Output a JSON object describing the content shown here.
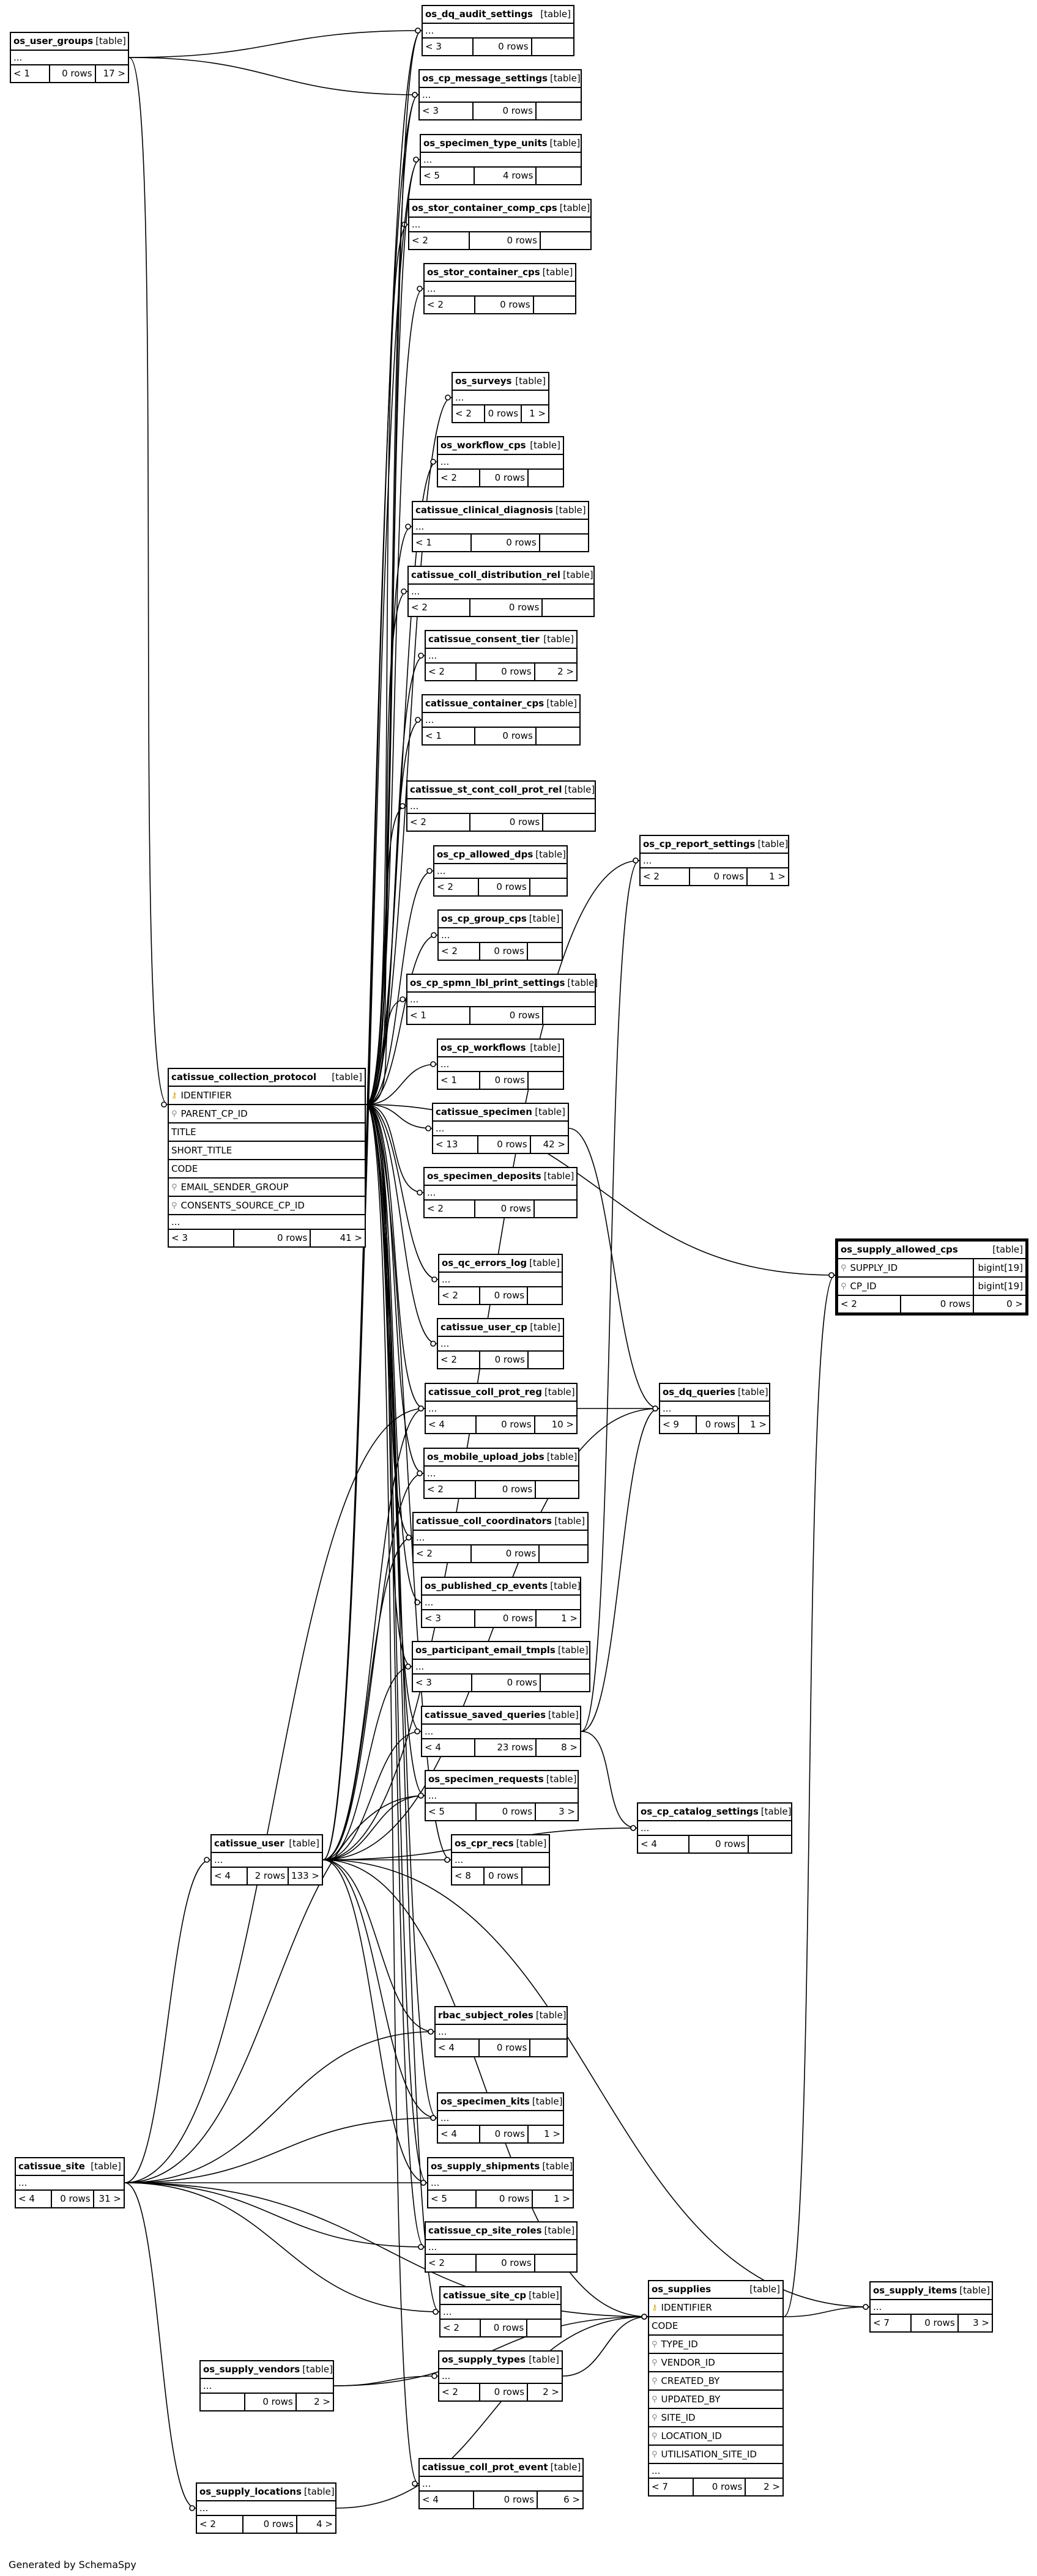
{
  "labels": {
    "type_suffix": "[table]",
    "ellipsis": "...",
    "generated_by": "Generated by SchemaSpy"
  },
  "tables": [
    {
      "name": "os_user_groups",
      "parents": "< 1",
      "rows": "0 rows",
      "children": "17 >"
    },
    {
      "name": "os_dq_audit_settings",
      "parents": "< 3",
      "rows": "0 rows",
      "children": ""
    },
    {
      "name": "os_cp_message_settings",
      "parents": "< 3",
      "rows": "0 rows",
      "children": ""
    },
    {
      "name": "os_specimen_type_units",
      "parents": "< 5",
      "rows": "4 rows",
      "children": ""
    },
    {
      "name": "os_stor_container_comp_cps",
      "parents": "< 2",
      "rows": "0 rows",
      "children": ""
    },
    {
      "name": "os_stor_container_cps",
      "parents": "< 2",
      "rows": "0 rows",
      "children": ""
    },
    {
      "name": "os_surveys",
      "parents": "< 2",
      "rows": "0 rows",
      "children": "1 >"
    },
    {
      "name": "os_workflow_cps",
      "parents": "< 2",
      "rows": "0 rows",
      "children": ""
    },
    {
      "name": "catissue_clinical_diagnosis",
      "parents": "< 1",
      "rows": "0 rows",
      "children": ""
    },
    {
      "name": "catissue_coll_distribution_rel",
      "parents": "< 2",
      "rows": "0 rows",
      "children": ""
    },
    {
      "name": "catissue_consent_tier",
      "parents": "< 2",
      "rows": "0 rows",
      "children": "2 >"
    },
    {
      "name": "catissue_container_cps",
      "parents": "< 1",
      "rows": "0 rows",
      "children": ""
    },
    {
      "name": "catissue_st_cont_coll_prot_rel",
      "parents": "< 2",
      "rows": "0 rows",
      "children": ""
    },
    {
      "name": "os_cp_report_settings",
      "parents": "< 2",
      "rows": "0 rows",
      "children": "1 >"
    },
    {
      "name": "os_cp_allowed_dps",
      "parents": "< 2",
      "rows": "0 rows",
      "children": ""
    },
    {
      "name": "os_cp_group_cps",
      "parents": "< 2",
      "rows": "0 rows",
      "children": ""
    },
    {
      "name": "os_cp_spmn_lbl_print_settings",
      "parents": "< 1",
      "rows": "0 rows",
      "children": ""
    },
    {
      "name": "os_cp_workflows",
      "parents": "< 1",
      "rows": "0 rows",
      "children": ""
    },
    {
      "name": "catissue_specimen",
      "parents": "< 13",
      "rows": "0 rows",
      "children": "42 >"
    },
    {
      "name": "os_specimen_deposits",
      "parents": "< 2",
      "rows": "0 rows",
      "children": ""
    },
    {
      "name": "os_qc_errors_log",
      "parents": "< 2",
      "rows": "0 rows",
      "children": ""
    },
    {
      "name": "catissue_user_cp",
      "parents": "< 2",
      "rows": "0 rows",
      "children": ""
    },
    {
      "name": "catissue_coll_prot_reg",
      "parents": "< 4",
      "rows": "0 rows",
      "children": "10 >"
    },
    {
      "name": "os_dq_queries",
      "parents": "< 9",
      "rows": "0 rows",
      "children": "1 >"
    },
    {
      "name": "os_mobile_upload_jobs",
      "parents": "< 2",
      "rows": "0 rows",
      "children": ""
    },
    {
      "name": "catissue_coll_coordinators",
      "parents": "< 2",
      "rows": "0 rows",
      "children": ""
    },
    {
      "name": "os_published_cp_events",
      "parents": "< 3",
      "rows": "0 rows",
      "children": "1 >"
    },
    {
      "name": "os_participant_email_tmpls",
      "parents": "< 3",
      "rows": "0 rows",
      "children": ""
    },
    {
      "name": "catissue_saved_queries",
      "parents": "< 4",
      "rows": "23 rows",
      "children": "8 >"
    },
    {
      "name": "os_specimen_requests",
      "parents": "< 5",
      "rows": "0 rows",
      "children": "3 >"
    },
    {
      "name": "os_cp_catalog_settings",
      "parents": "< 4",
      "rows": "0 rows",
      "children": ""
    },
    {
      "name": "catissue_user",
      "parents": "< 4",
      "rows": "2 rows",
      "children": "133 >"
    },
    {
      "name": "os_cpr_recs",
      "parents": "< 8",
      "rows": "0 rows",
      "children": ""
    },
    {
      "name": "rbac_subject_roles",
      "parents": "< 4",
      "rows": "0 rows",
      "children": ""
    },
    {
      "name": "os_specimen_kits",
      "parents": "< 4",
      "rows": "0 rows",
      "children": "1 >"
    },
    {
      "name": "catissue_site",
      "parents": "< 4",
      "rows": "0 rows",
      "children": "31 >"
    },
    {
      "name": "os_supply_shipments",
      "parents": "< 5",
      "rows": "0 rows",
      "children": "1 >"
    },
    {
      "name": "catissue_cp_site_roles",
      "parents": "< 2",
      "rows": "0 rows",
      "children": ""
    },
    {
      "name": "catissue_site_cp",
      "parents": "< 2",
      "rows": "0 rows",
      "children": ""
    },
    {
      "name": "os_supply_vendors",
      "parents": "",
      "rows": "0 rows",
      "children": "2 >"
    },
    {
      "name": "os_supply_types",
      "parents": "< 2",
      "rows": "0 rows",
      "children": "2 >"
    },
    {
      "name": "os_supply_locations",
      "parents": "< 2",
      "rows": "0 rows",
      "children": "4 >"
    },
    {
      "name": "catissue_coll_prot_event",
      "parents": "< 4",
      "rows": "0 rows",
      "children": "6 >"
    },
    {
      "name": "os_supply_items",
      "parents": "< 7",
      "rows": "0 rows",
      "children": "3 >"
    }
  ],
  "detailed": {
    "collection_protocol": {
      "name": "catissue_collection_protocol",
      "columns": [
        {
          "key": "pk",
          "name": "IDENTIFIER"
        },
        {
          "key": "fk",
          "name": "PARENT_CP_ID"
        },
        {
          "key": "",
          "name": "TITLE"
        },
        {
          "key": "",
          "name": "SHORT_TITLE"
        },
        {
          "key": "",
          "name": "CODE"
        },
        {
          "key": "fk",
          "name": "EMAIL_SENDER_GROUP"
        },
        {
          "key": "fk",
          "name": "CONSENTS_SOURCE_CP_ID"
        }
      ],
      "parents": "< 3",
      "rows": "0 rows",
      "children": "41 >"
    },
    "supplies": {
      "name": "os_supplies",
      "columns": [
        {
          "key": "pk",
          "name": "IDENTIFIER"
        },
        {
          "key": "",
          "name": "CODE"
        },
        {
          "key": "fk",
          "name": "TYPE_ID"
        },
        {
          "key": "fk",
          "name": "VENDOR_ID"
        },
        {
          "key": "fk",
          "name": "CREATED_BY"
        },
        {
          "key": "fk",
          "name": "UPDATED_BY"
        },
        {
          "key": "fk",
          "name": "SITE_ID"
        },
        {
          "key": "fk",
          "name": "LOCATION_ID"
        },
        {
          "key": "fk",
          "name": "UTILISATION_SITE_ID"
        }
      ],
      "parents": "< 7",
      "rows": "0 rows",
      "children": "2 >"
    },
    "supply_allowed_cps": {
      "name": "os_supply_allowed_cps",
      "columns": [
        {
          "key": "fk",
          "name": "SUPPLY_ID",
          "type": "bigint[19]"
        },
        {
          "key": "fk",
          "name": "CP_ID",
          "type": "bigint[19]"
        }
      ],
      "parents": "< 2",
      "rows": "0 rows",
      "children": "0 >"
    }
  },
  "colors": {
    "line": "#000000",
    "pk_icon": "#d4a017",
    "fk_icon": "#888888"
  }
}
